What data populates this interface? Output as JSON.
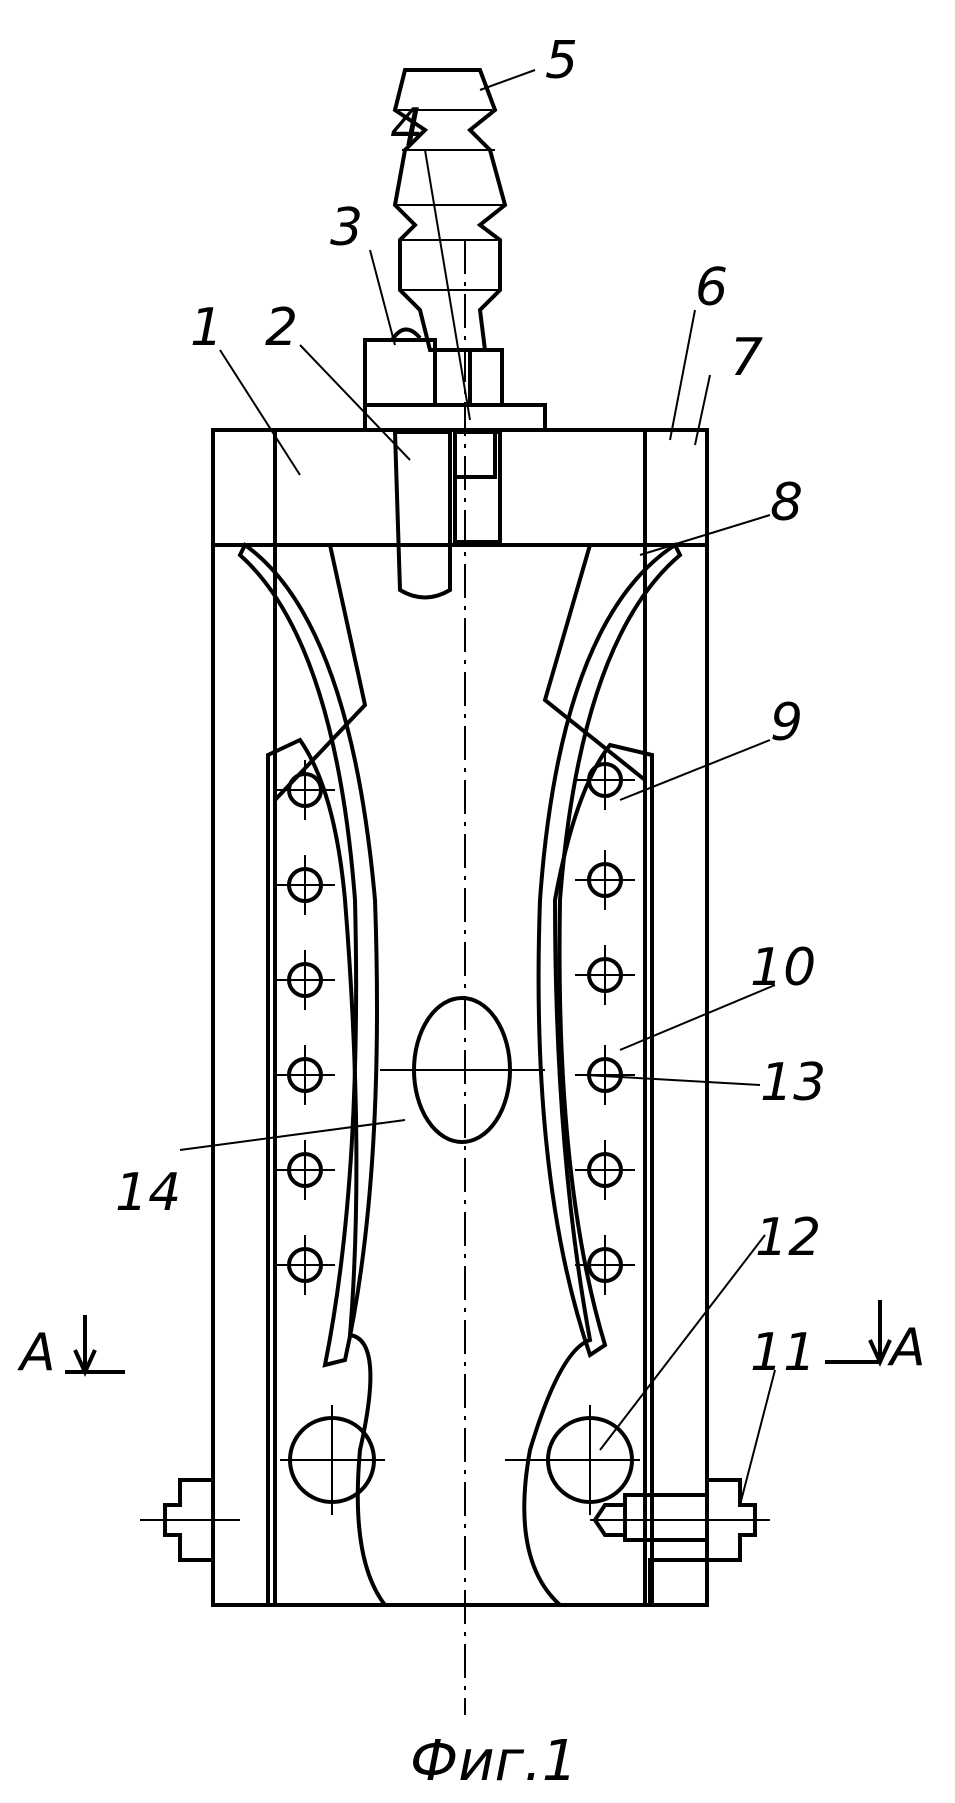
{
  "figure": {
    "caption": "Фиг.1",
    "section_mark": "A",
    "labels": {
      "l1": "1",
      "l2": "2",
      "l3": "3",
      "l4": "4",
      "l5": "5",
      "l6": "6",
      "l7": "7",
      "l8": "8",
      "l9": "9",
      "l10": "10",
      "l11": "11",
      "l12": "12",
      "l13": "13",
      "l14": "14"
    }
  }
}
